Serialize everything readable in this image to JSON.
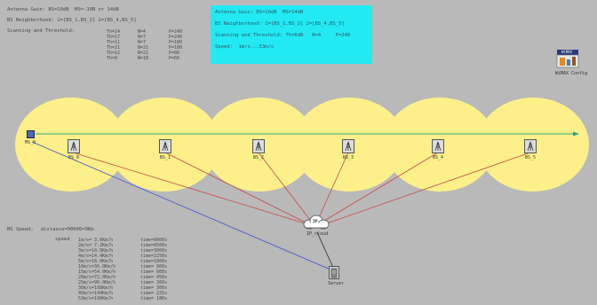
{
  "config_text": {
    "antenna_gain": "Antenna Gain: BS=10dB  MS=-10B or 14dB",
    "bs_neighborhood": "BS Neighborhood: 1=[BS_1,BS_2] 2=[BS_4,BS_5]",
    "scanning_label": "Scanning and Threshold:",
    "thresholds": [
      {
        "th": "Th=14",
        "n": "N=4",
        "p": "P=240"
      },
      {
        "th": "Th=17",
        "n": "N=7",
        "p": "P=240"
      },
      {
        "th": "Th=11",
        "n": "N=7",
        "p": "P=180"
      },
      {
        "th": "Th=21",
        "n": "N=21",
        "p": "P=100"
      },
      {
        "th": "Th=12",
        "n": "N=21",
        "p": "P=80"
      },
      {
        "th": "Th=9",
        "n": "N=10",
        "p": "P=60"
      }
    ]
  },
  "info_box": {
    "line1": "Antenna Gain: BS=10dB  MS=14dB",
    "line2": "BS Neighborhood: 1=[BS_1,BS_2] 2=[BS_4,BS_5]",
    "line3": "Scanning and Threshold: Th=6dB   N=4     P=240",
    "line4": "Speed:  1m/s...53m/s"
  },
  "wimax_config": {
    "badge": "WiMAX",
    "label": "WiMAX Config"
  },
  "nodes": {
    "ms": "MS_0",
    "base_stations": [
      "BS_0",
      "BS_1",
      "BS_2",
      "BS_3",
      "BS_4",
      "BS_5"
    ],
    "ip_cloud": {
      "symbol": "IP",
      "label": "IP_cloud"
    },
    "server": "Server"
  },
  "ms_speed": {
    "title": "MS Speed:",
    "distance": "distance=90000=9Km",
    "speed_label": "speed",
    "rows": [
      {
        "speed": "1m/s= 3.6Km/h",
        "time": "time=9000s"
      },
      {
        "speed": "2m/s= 7.2Km/h",
        "time": "time=4500s"
      },
      {
        "speed": "3m/s=10.8Km/h",
        "time": "time=3000s"
      },
      {
        "speed": "4m/s=14.4Km/h",
        "time": "time=2250s"
      },
      {
        "speed": "5m/s=18.0Km/h",
        "time": "time=1800s"
      },
      {
        "speed": "10m/s=36.0Km/h",
        "time": "time= 900s"
      },
      {
        "speed": "15m/s=54.0Km/h",
        "time": "time= 600s"
      },
      {
        "speed": "20m/s=72.0Km/h",
        "time": "time= 450s"
      },
      {
        "speed": "25m/s=90.0Km/h",
        "time": "time= 360s"
      },
      {
        "speed": "30m/s=108Km/h",
        "time": "time= 300s"
      },
      {
        "speed": "40m/s=144Km/h",
        "time": "time= 225s"
      },
      {
        "speed": "53m/s=190Km/h",
        "time": "time= 180s"
      }
    ]
  },
  "colors": {
    "background": "#b9b9b9",
    "cell_coverage": "#fdf08a",
    "info_box": "#22e9f2",
    "trajectory": "#2fa67a",
    "link_red": "#c84646",
    "link_blue": "#3b4ec8",
    "link_dark": "#333333"
  }
}
